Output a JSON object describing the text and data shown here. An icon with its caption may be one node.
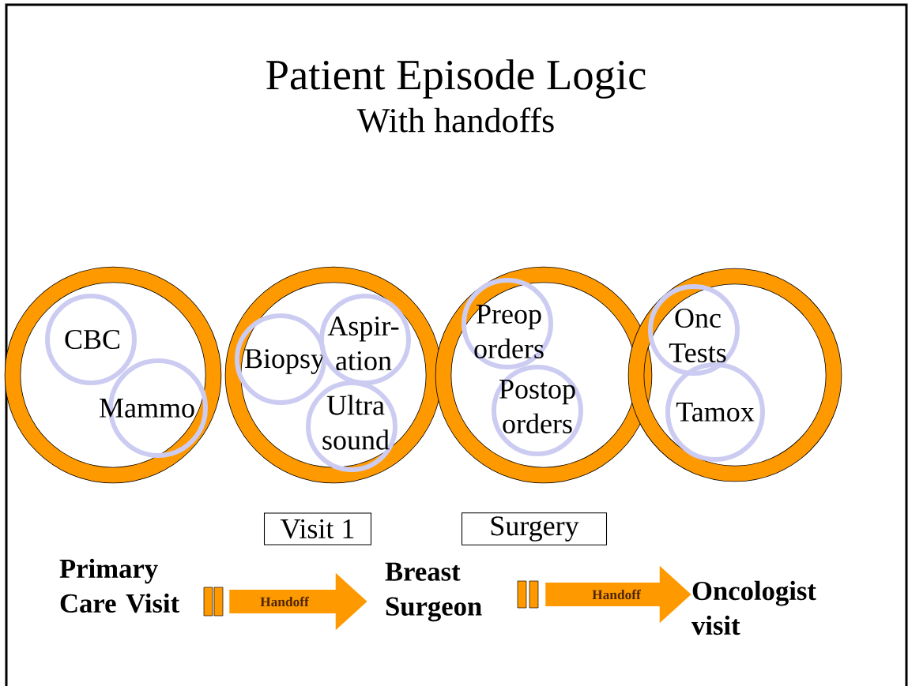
{
  "diagram": {
    "title": "Patient Episode Logic",
    "nodes": [
      {
        "text": [],
        "shape": "circle"
      },
      {
        "text": [
          "CBC"
        ],
        "in": 0
      },
      {
        "text": [
          "Mammo"
        ],
        "in": 0
      },
      {
        "text": [],
        "shape": "circle"
      },
      {
        "text": [
          "Biopsy"
        ],
        "in": 3
      },
      {
        "text": [
          "Aspir- ation"
        ],
        "in": 3
      },
      {
        "text": [
          "Ultra sound"
        ],
        "in": 3
      },
      {
        "text": [],
        "shape": "circle"
      },
      {
        "text": [
          "Preop orders"
        ],
        "in": 7
      },
      {
        "text": [
          "Postop orders"
        ],
        "in": 7
      },
      {
        "text": [],
        "shape": "circle"
      },
      {
        "text": [
          "Onc Tests"
        ],
        "in": 10
      },
      {
        "text": [
          "Tamox"
        ],
        "in": 10
      },
      {
        "text": [
          "Visit 1"
        ]
      },
      {
        "text": [
          "Surgery"
        ]
      },
      {
        "text": [
          "Primary Care Visit"
        ]
      },
      {
        "text": [
          "Breast Surgeon"
        ]
      },
      {
        "text": [
          "Oncologist visit"
        ]
      }
    ],
    "edges": [
      {
        "from": 15,
        "to": 16,
        "arrow": "to",
        "label": "Handoff"
      },
      {
        "from": 16,
        "to": 17,
        "arrow": "to",
        "label": "Handoff"
      }
    ],
    "labels": [
      "With handoffs"
    ]
  }
}
